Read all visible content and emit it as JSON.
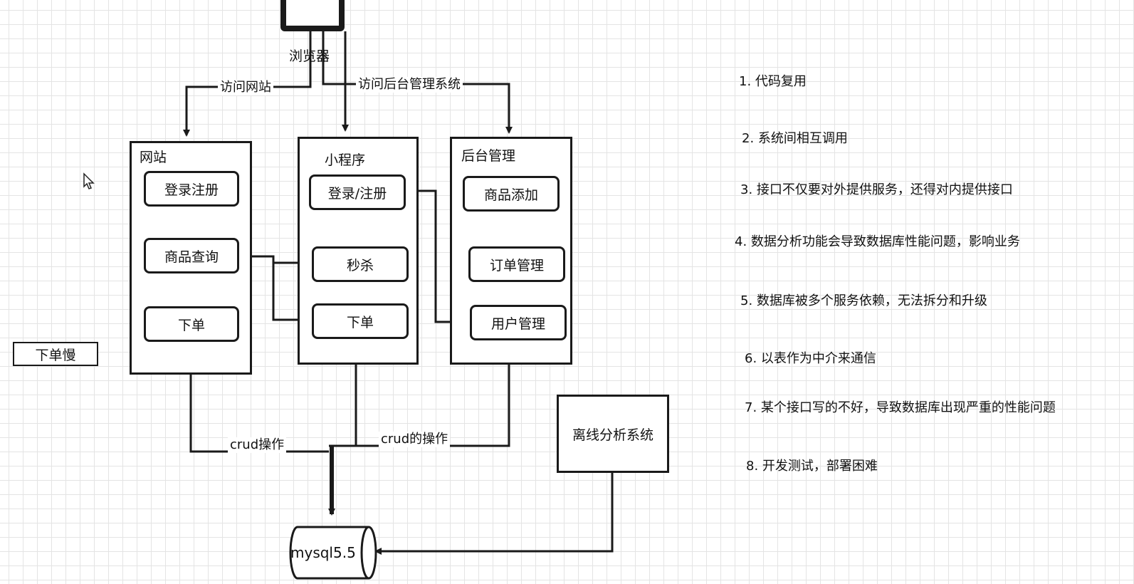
{
  "browser": {
    "label": "浏览器"
  },
  "edges": {
    "visit_site": "访问网站",
    "visit_admin": "访问后台管理系统",
    "crud_op": "crud操作",
    "crud_of_op": "crud的操作"
  },
  "website": {
    "title": "网站",
    "items": [
      "登录注册",
      "商品查询",
      "下单"
    ]
  },
  "miniprogram": {
    "title": "小程序",
    "items": [
      "登录/注册",
      "秒杀",
      "下单"
    ]
  },
  "admin": {
    "title": "后台管理",
    "items": [
      "商品添加",
      "订单管理",
      "用户管理"
    ]
  },
  "slow_order": "下单慢",
  "offline": "离线分析系统",
  "database": "mysql5.5",
  "notes": [
    "1. 代码复用",
    "2. 系统间相互调用",
    "3. 接口不仅要对外提供服务，还得对内提供接口",
    "4. 数据分析功能会导致数据库性能问题，影响业务",
    "5. 数据库被多个服务依赖，无法拆分和升级",
    "6. 以表作为中介来通信",
    "7. 某个接口写的不好，导致数据库出现严重的性能问题",
    "8. 开发测试，部署困难"
  ]
}
